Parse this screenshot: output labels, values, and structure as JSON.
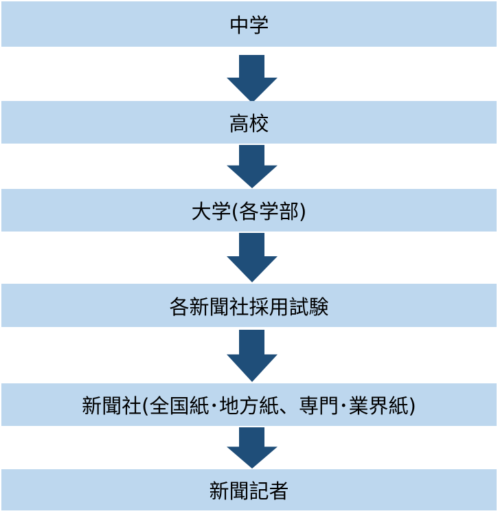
{
  "colors": {
    "box_fill": "#BDD7EE",
    "arrow_fill": "#1F4E79"
  },
  "steps": [
    {
      "label": "中学"
    },
    {
      "label": "高校"
    },
    {
      "label": "大学(各学部)"
    },
    {
      "label": "各新聞社採用試験"
    },
    {
      "label": "新聞社(全国紙･地方紙、専門･業界紙)"
    },
    {
      "label": "新聞記者"
    }
  ]
}
